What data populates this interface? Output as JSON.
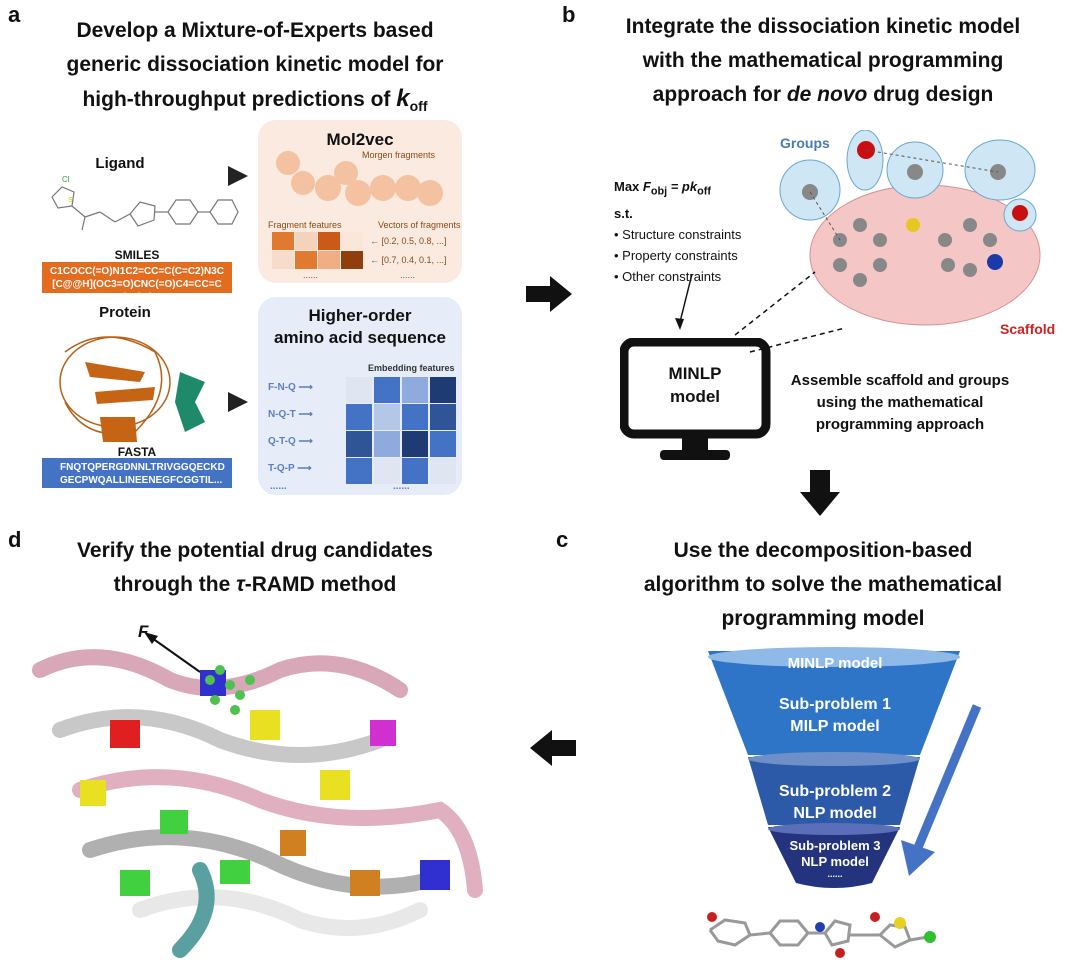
{
  "panel_a": {
    "label": "a",
    "title_lines": [
      "Develop a Mixture-of-Experts based",
      "generic dissociation kinetic model for",
      "high-throughput predictions of "
    ],
    "title_k": "k",
    "title_k_sub": "off",
    "ligand_label": "Ligand",
    "smiles_label": "SMILES",
    "smiles_value": "C1COCC(=O)N1C2=CC=C(C=C2)N3C[C@@H](OC3=O)CNC(=O)C4=CC=C(S4)Cl",
    "mol2vec_title": "Mol2vec",
    "morgen_label": "Morgen fragments",
    "fragment_features_label": "Fragment features",
    "vectors_label": "Vectors of fragments",
    "vector_rows": [
      "[0.2, 0.5, 0.8, ...]",
      "[0.7, 0.4, 0.1, ...]"
    ],
    "ellipsis": "......",
    "protein_label": "Protein",
    "fasta_label": "FASTA",
    "fasta_value": "FNQTQPERGDNNLTRIVGGQECKD GECPWQALLINEENEGFCGGTIL...",
    "higher_order_title": [
      "Higher-order",
      "amino acid sequence"
    ],
    "embedding_label": "Embedding features",
    "triplets": [
      "F-N-Q",
      "N-Q-T",
      "Q-T-Q",
      "T-Q-P"
    ],
    "colors": {
      "orange": "#e46c1f",
      "blue": "#4472c4"
    }
  },
  "panel_b": {
    "label": "b",
    "title_lines": [
      "Integrate the dissociation kinetic model",
      "with the mathematical programming",
      "approach for "
    ],
    "title_italic": "de novo",
    "title_tail": " drug design",
    "objective_prefix": "Max ",
    "objective_F": "F",
    "objective_sub": "obj",
    "objective_rhs": " = pk",
    "objective_rhs_sub": "off",
    "st": "s.t.",
    "constraints": [
      "• Structure constraints",
      "• Property constraints",
      "• Other constraints"
    ],
    "groups_label": "Groups",
    "scaffold_label": "Scaffold",
    "monitor_text": [
      "MINLP",
      "model"
    ],
    "assemble_text": [
      "Assemble scaffold and groups",
      "using the mathematical",
      "programming approach"
    ]
  },
  "panel_c": {
    "label": "c",
    "title_lines": [
      "Use the decomposition-based",
      "algorithm to solve the mathematical",
      "programming model"
    ],
    "funnel_levels": [
      {
        "lines": [
          "MINLP model"
        ]
      },
      {
        "lines": [
          "Sub-problem 1",
          "MILP model"
        ]
      },
      {
        "lines": [
          "Sub-problem 2",
          "NLP model"
        ]
      },
      {
        "lines": [
          "Sub-problem 3",
          "NLP model",
          "......"
        ]
      }
    ]
  },
  "panel_d": {
    "label": "d",
    "title_lines": [
      "Verify the potential drug candidates",
      "through the "
    ],
    "title_tau": "τ",
    "title_tail": "-RAMD method",
    "force_label": "F"
  }
}
